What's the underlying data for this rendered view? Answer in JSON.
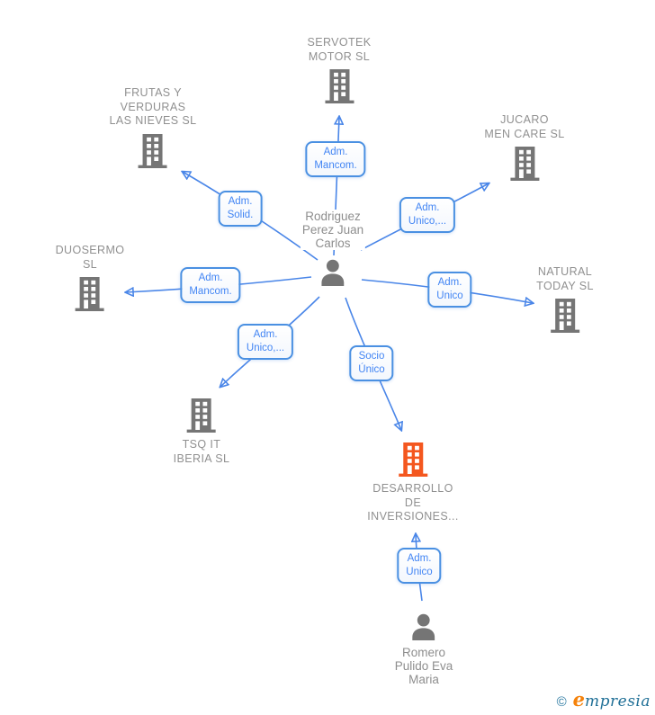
{
  "colors": {
    "edge_blue": "#4a86e8",
    "box_border_blue": "#4a90e2",
    "box_text_blue": "#4285f4",
    "label_gray": "#909090",
    "icon_gray": "#757575",
    "highlight_orange": "#f4571f",
    "logo_teal": "#1f6f96",
    "logo_orange": "#f5820b"
  },
  "nodes": {
    "companies": [
      {
        "id": "servotek",
        "label": "SERVOTEK\nMOTOR SL",
        "highlighted": false
      },
      {
        "id": "frutas",
        "label": "FRUTAS Y\nVERDURAS\nLAS NIEVES SL",
        "highlighted": false
      },
      {
        "id": "jucaro",
        "label": "JUCARO\nMEN CARE  SL",
        "highlighted": false
      },
      {
        "id": "duosermo",
        "label": "DUOSERMO\nSL",
        "highlighted": false
      },
      {
        "id": "natural",
        "label": "NATURAL\nTODAY  SL",
        "highlighted": false
      },
      {
        "id": "tsq",
        "label": "TSQ IT\nIBERIA  SL",
        "highlighted": false
      },
      {
        "id": "desarrollo",
        "label": "DESARROLLO\nDE\nINVERSIONES...",
        "highlighted": true
      }
    ],
    "persons": [
      {
        "id": "rodriguez",
        "label": "Rodriguez\nPerez Juan\nCarlos"
      },
      {
        "id": "romero",
        "label": "Romero\nPulido Eva\nMaria"
      }
    ]
  },
  "edges": [
    {
      "from": "rodriguez",
      "to": "servotek",
      "label": "Adm.\nMancom."
    },
    {
      "from": "rodriguez",
      "to": "frutas",
      "label": "Adm.\nSolid."
    },
    {
      "from": "rodriguez",
      "to": "jucaro",
      "label": "Adm.\nUnico,..."
    },
    {
      "from": "rodriguez",
      "to": "duosermo",
      "label": "Adm.\nMancom."
    },
    {
      "from": "rodriguez",
      "to": "natural",
      "label": "Adm.\nUnico"
    },
    {
      "from": "rodriguez",
      "to": "tsq",
      "label": "Adm.\nUnico,..."
    },
    {
      "from": "rodriguez",
      "to": "desarrollo",
      "label": "Socio\nÚnico"
    },
    {
      "from": "romero",
      "to": "desarrollo",
      "label": "Adm.\nUnico"
    }
  ],
  "logo": {
    "copyright": "©",
    "brand_initial": "e",
    "brand_rest": "mpresia"
  }
}
